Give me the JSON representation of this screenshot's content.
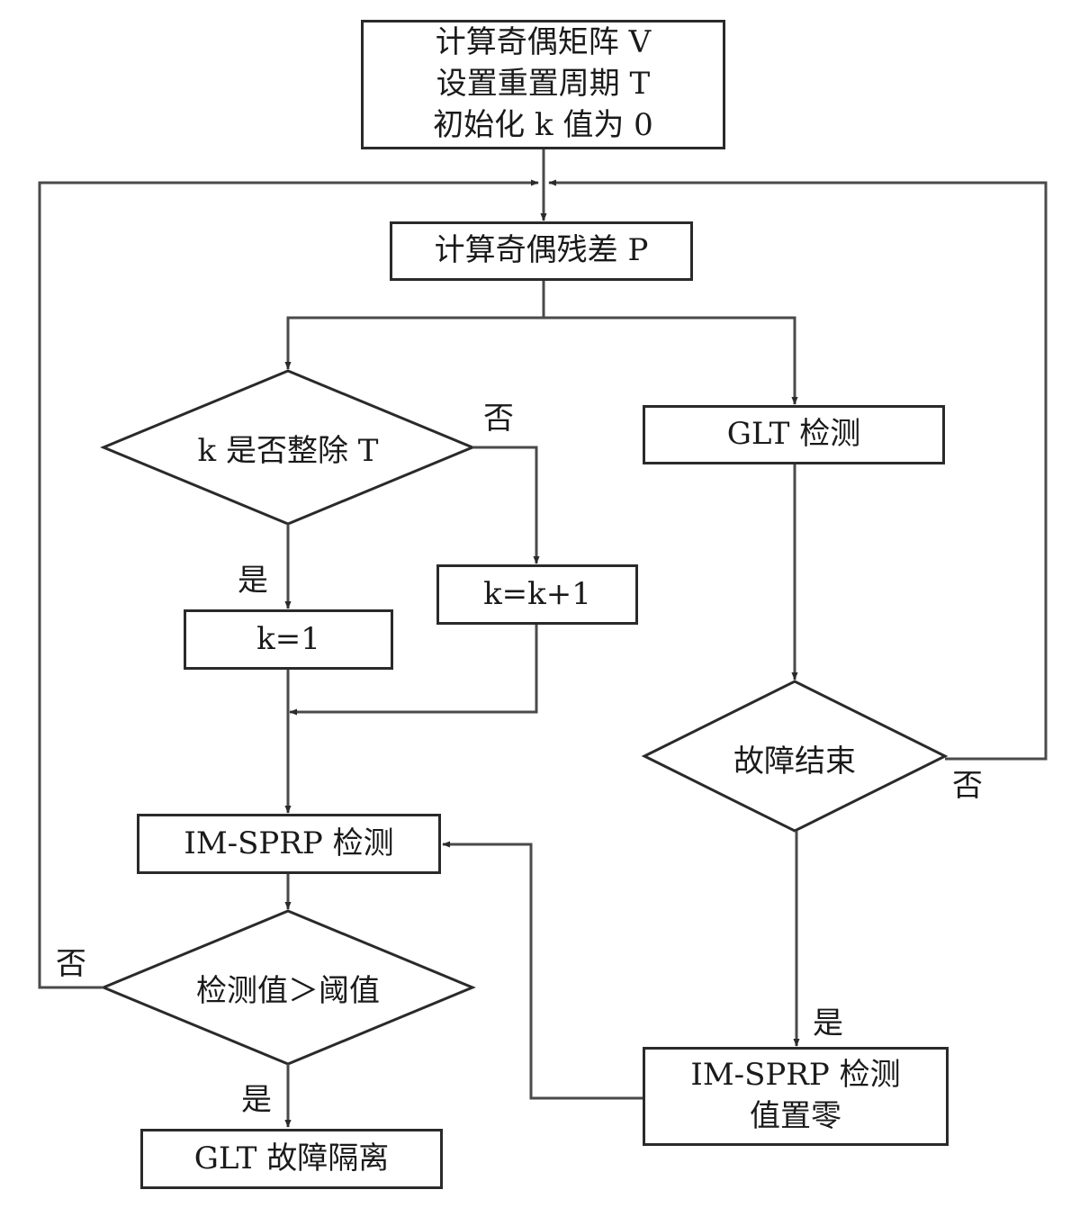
{
  "nodes": {
    "init": {
      "lines": [
        "计算奇偶矩阵 V",
        "设置重置周期 T",
        "初始化 k 值为 0"
      ]
    },
    "calc_residual": {
      "label": "计算奇偶残差 P"
    },
    "decision_k": {
      "label": "k 是否整除 T"
    },
    "glt_detect": {
      "label": "GLT 检测"
    },
    "k_increment": {
      "label": "k=k+1"
    },
    "k_set_one": {
      "label": "k=1"
    },
    "decision_fault_end": {
      "label": "故障结束"
    },
    "imsprp_detect": {
      "label": "IM-SPRP 检测"
    },
    "decision_threshold": {
      "label": "检测值＞阈值"
    },
    "imsprp_reset": {
      "lines": [
        "IM-SPRP 检测",
        "值置零"
      ]
    },
    "glt_isolation": {
      "label": "GLT 故障隔离"
    }
  },
  "edge_labels": {
    "k_no": "否",
    "k_yes": "是",
    "fault_end_no": "否",
    "fault_end_yes": "是",
    "threshold_no": "否",
    "threshold_yes": "是"
  }
}
